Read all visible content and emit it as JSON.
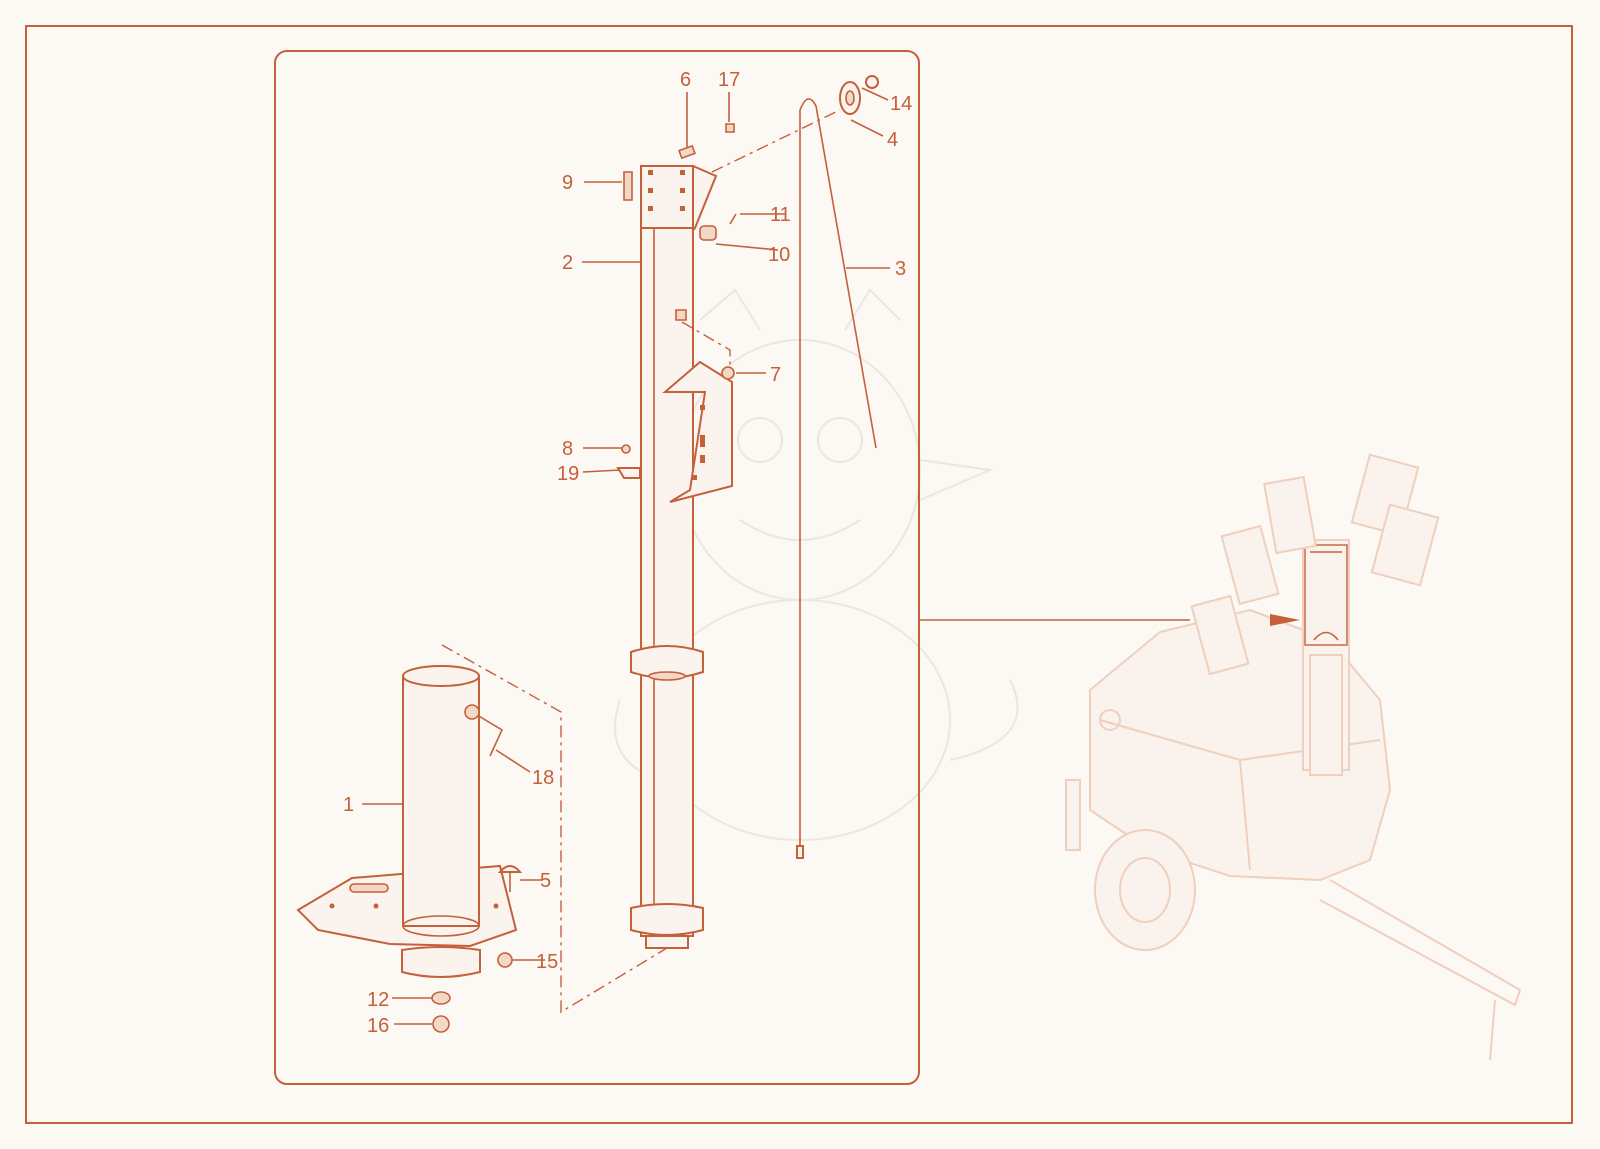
{
  "colors": {
    "accent": "#c4603a",
    "ghost": "#efcfbd",
    "background": "#fcf8f4"
  },
  "callouts": {
    "c1": "1",
    "c2": "2",
    "c3": "3",
    "c4": "4",
    "c5": "5",
    "c6": "6",
    "c7": "7",
    "c8": "8",
    "c9": "9",
    "c10": "10",
    "c11": "11",
    "c12": "12",
    "c14": "14",
    "c15": "15",
    "c16": "16",
    "c17": "17",
    "c18": "18",
    "c19": "19"
  }
}
